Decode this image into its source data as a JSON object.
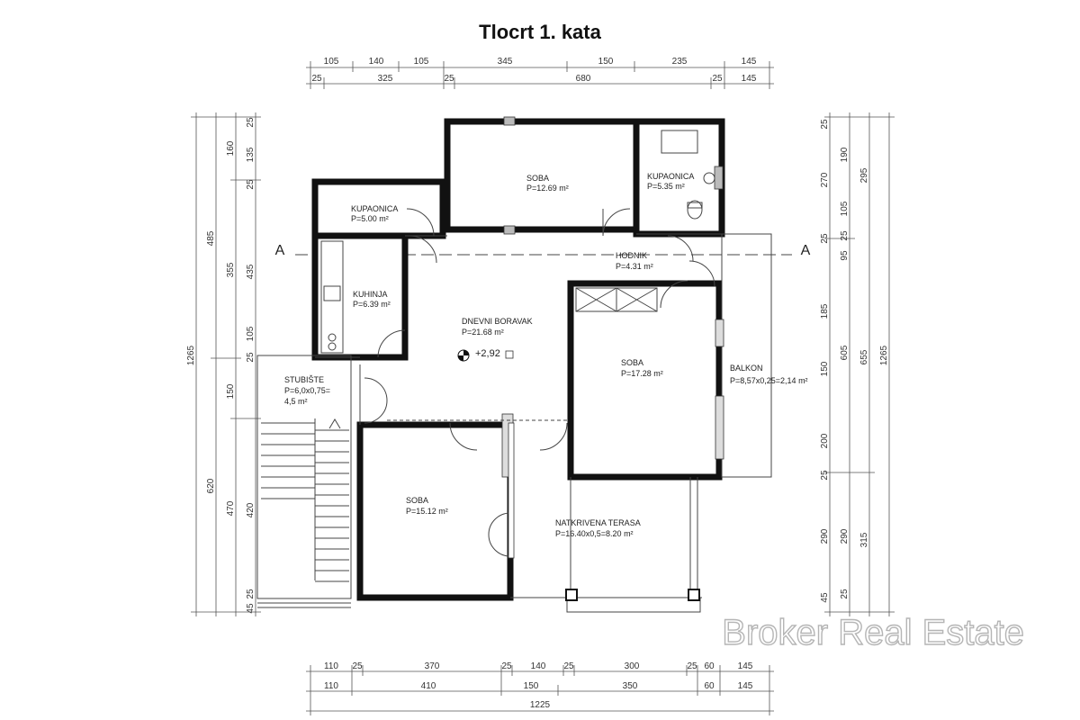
{
  "title": "Tlocrt 1. kata",
  "watermark": "Broker Real Estate",
  "section_marker": "A",
  "level_mark": "+2,92",
  "dimensions": {
    "top_row1": [
      "105",
      "140",
      "105",
      "345",
      "150",
      "235",
      "145"
    ],
    "top_row2": [
      "25",
      "325",
      "25",
      "680",
      "25",
      "145"
    ],
    "bottom_row1": [
      "110",
      "25",
      "370",
      "25",
      "140",
      "25",
      "300",
      "25",
      "60",
      "145"
    ],
    "bottom_row2": [
      "110",
      "410",
      "150",
      "350",
      "60",
      "145"
    ],
    "bottom_total": "1225",
    "left_col1": "1265",
    "left_col2": [
      "485",
      "620"
    ],
    "left_col3": [
      "160",
      "355",
      "150",
      "470"
    ],
    "left_col4": [
      "25",
      "135",
      "25",
      "435",
      "105",
      "25",
      "420",
      "25",
      "45"
    ],
    "right_col1": [
      "25",
      "270",
      "25",
      "185",
      "150",
      "200",
      "25",
      "290",
      "45"
    ],
    "right_col2": [
      "190",
      "105",
      "25",
      "95",
      "605",
      "290",
      "25"
    ],
    "right_col3": [
      "295",
      "655",
      "315"
    ],
    "right_col4": "1265"
  },
  "rooms": {
    "soba_top": {
      "name": "SOBA",
      "area": "P=12.69 m²"
    },
    "kupaonica_right": {
      "name": "KUPAONICA",
      "area": "P=5.35 m²"
    },
    "kupaonica_left": {
      "name": "KUPAONICA",
      "area": "P=5.00 m²"
    },
    "hodnik": {
      "name": "HODNIK",
      "area": "P=4.31 m²"
    },
    "kuhinja": {
      "name": "KUHINJA",
      "area": "P=6.39 m²"
    },
    "dnevni_boravak": {
      "name": "DNEVNI BORAVAK",
      "area": "P=21.68 m²"
    },
    "soba_right": {
      "name": "SOBA",
      "area": "P=17.28 m²"
    },
    "balkon": {
      "name": "BALKON",
      "area": "P=8,57x0,25=2,14 m²"
    },
    "stubiste": {
      "name": "STUBIŠTE",
      "area1": "P=6,0x0,75=",
      "area2": "4,5 m²"
    },
    "soba_bottom": {
      "name": "SOBA",
      "area": "P=15.12 m²"
    },
    "natkrivena_terasa": {
      "name": "NATKRIVENA TERASA",
      "area": "P=16.40x0,5=8.20 m²"
    }
  }
}
